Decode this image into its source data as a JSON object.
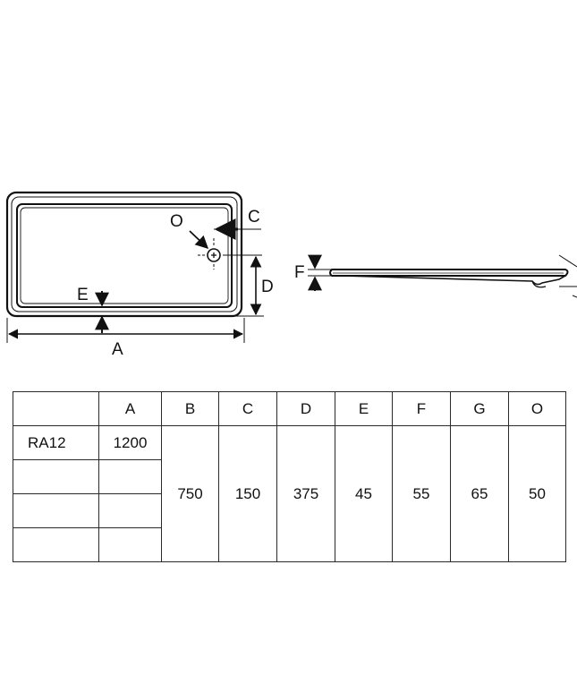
{
  "drawing": {
    "labels": {
      "A": "A",
      "C": "C",
      "D": "D",
      "E": "E",
      "F": "F",
      "O": "O"
    }
  },
  "table": {
    "headers": [
      "",
      "A",
      "B",
      "C",
      "D",
      "E",
      "F",
      "G",
      "O"
    ],
    "rows": [
      {
        "model": "RA12",
        "a": "1200"
      },
      {
        "model": "",
        "a": ""
      },
      {
        "model": "",
        "a": ""
      },
      {
        "model": "",
        "a": ""
      }
    ],
    "shared": {
      "B": "750",
      "C": "150",
      "D": "375",
      "E": "45",
      "F": "55",
      "G": "65",
      "O": "50"
    }
  }
}
